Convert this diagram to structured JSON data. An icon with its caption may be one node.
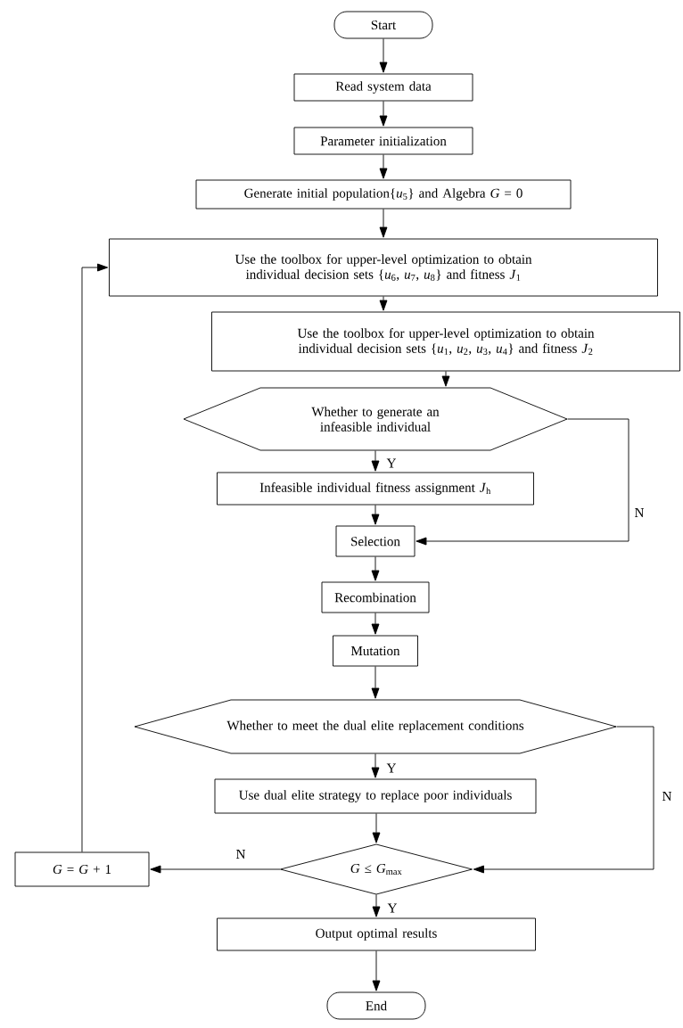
{
  "diagram": {
    "nodes": [
      {
        "text": [
          "Start"
        ]
      },
      {
        "text": [
          "Read system data"
        ]
      },
      {
        "text": [
          "Parameter initialization"
        ]
      },
      {
        "text": [
          "Generate initial population{*u*$_{5}$} and Algebra *G* = 0"
        ]
      },
      {
        "text": [
          "Use the toolbox for upper-level optimization to obtain individual decision sets {*u*$_{6}$, *u*$_{7}$, *u*$_{8}$} and fitness *J*$_{1}$"
        ]
      },
      {
        "text": [
          "Use the toolbox for upper-level optimization to obtain individual decision sets {*u*$_{1}$, *u*$_{2}$, *u*$_{3}$, *u*$_{4}$} and fitness *J*$_{2}$"
        ]
      },
      {
        "text": [
          "Whether to generate an infeasible individual"
        ]
      },
      {
        "text": [
          "Infeasible individual fitness assignment *J*$_{h}$"
        ]
      },
      {
        "text": [
          "Selection"
        ]
      },
      {
        "text": [
          "Recombination"
        ]
      },
      {
        "text": [
          "Mutation"
        ]
      },
      {
        "text": [
          "Whether to meet the dual elite replacement conditions"
        ]
      },
      {
        "text": [
          "Use dual elite strategy to replace poor individuals"
        ]
      },
      {
        "text": [
          "*G* ≤ *G*$_{max}$"
        ]
      },
      {
        "text": [
          "*G* = *G* + 1"
        ]
      },
      {
        "text": [
          "Output optimal results"
        ]
      },
      {
        "text": [
          "End"
        ]
      }
    ],
    "edges": [
      {
        "from": 0,
        "to": 1,
        "arrow": "to"
      },
      {
        "from": 1,
        "to": 2,
        "arrow": "to"
      },
      {
        "from": 2,
        "to": 3,
        "arrow": "to"
      },
      {
        "from": 3,
        "to": 4,
        "arrow": "to"
      },
      {
        "from": 4,
        "to": 5,
        "arrow": "to"
      },
      {
        "from": 5,
        "to": 6,
        "arrow": "to"
      },
      {
        "from": 6,
        "to": 7,
        "arrow": "to",
        "label": "Y"
      },
      {
        "from": 7,
        "to": 8,
        "arrow": "to"
      },
      {
        "from": 6,
        "to": 8,
        "arrow": "to",
        "label": "N"
      },
      {
        "from": 8,
        "to": 9,
        "arrow": "to"
      },
      {
        "from": 9,
        "to": 10,
        "arrow": "to"
      },
      {
        "from": 10,
        "to": 11,
        "arrow": "to"
      },
      {
        "from": 11,
        "to": 12,
        "arrow": "to",
        "label": "Y"
      },
      {
        "from": 12,
        "to": 13,
        "arrow": "to"
      },
      {
        "from": 11,
        "to": 13,
        "arrow": "to",
        "label": "N"
      },
      {
        "from": 13,
        "to": 14,
        "arrow": "to",
        "label": "N"
      },
      {
        "from": 14,
        "to": 4,
        "arrow": "to"
      },
      {
        "from": 13,
        "to": 15,
        "arrow": "to",
        "label": "Y"
      },
      {
        "from": 15,
        "to": 16,
        "arrow": "to"
      }
    ]
  }
}
